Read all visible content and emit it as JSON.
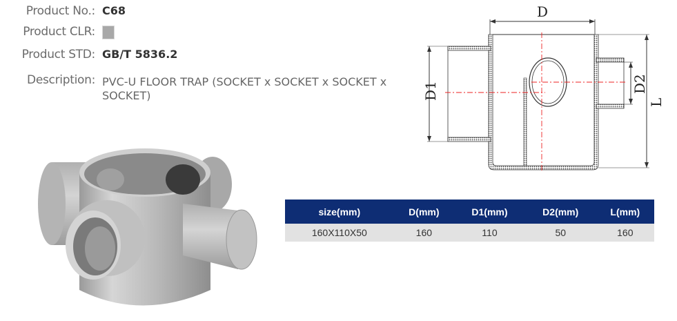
{
  "product_info": {
    "number": {
      "label": "Product No.:",
      "value": "C68"
    },
    "color": {
      "label": "Product CLR:",
      "swatch": "#a8a8a8"
    },
    "standard": {
      "label": "Product STD:",
      "value": "GB/T 5836.2"
    },
    "description": {
      "label": "Description:",
      "value": "PVC-U FLOOR TRAP (SOCKET x SOCKET x SOCKET x SOCKET)"
    }
  },
  "drawing": {
    "labels": {
      "D": "D",
      "D1": "D1",
      "D2": "D2",
      "L": "L"
    }
  },
  "spec_table": {
    "headers": [
      "size(mm)",
      "D(mm)",
      "D1(mm)",
      "D2(mm)",
      "L(mm)"
    ],
    "rows": [
      [
        "160X110X50",
        "160",
        "110",
        "50",
        "160"
      ]
    ],
    "header_color": "#0e2d74"
  }
}
